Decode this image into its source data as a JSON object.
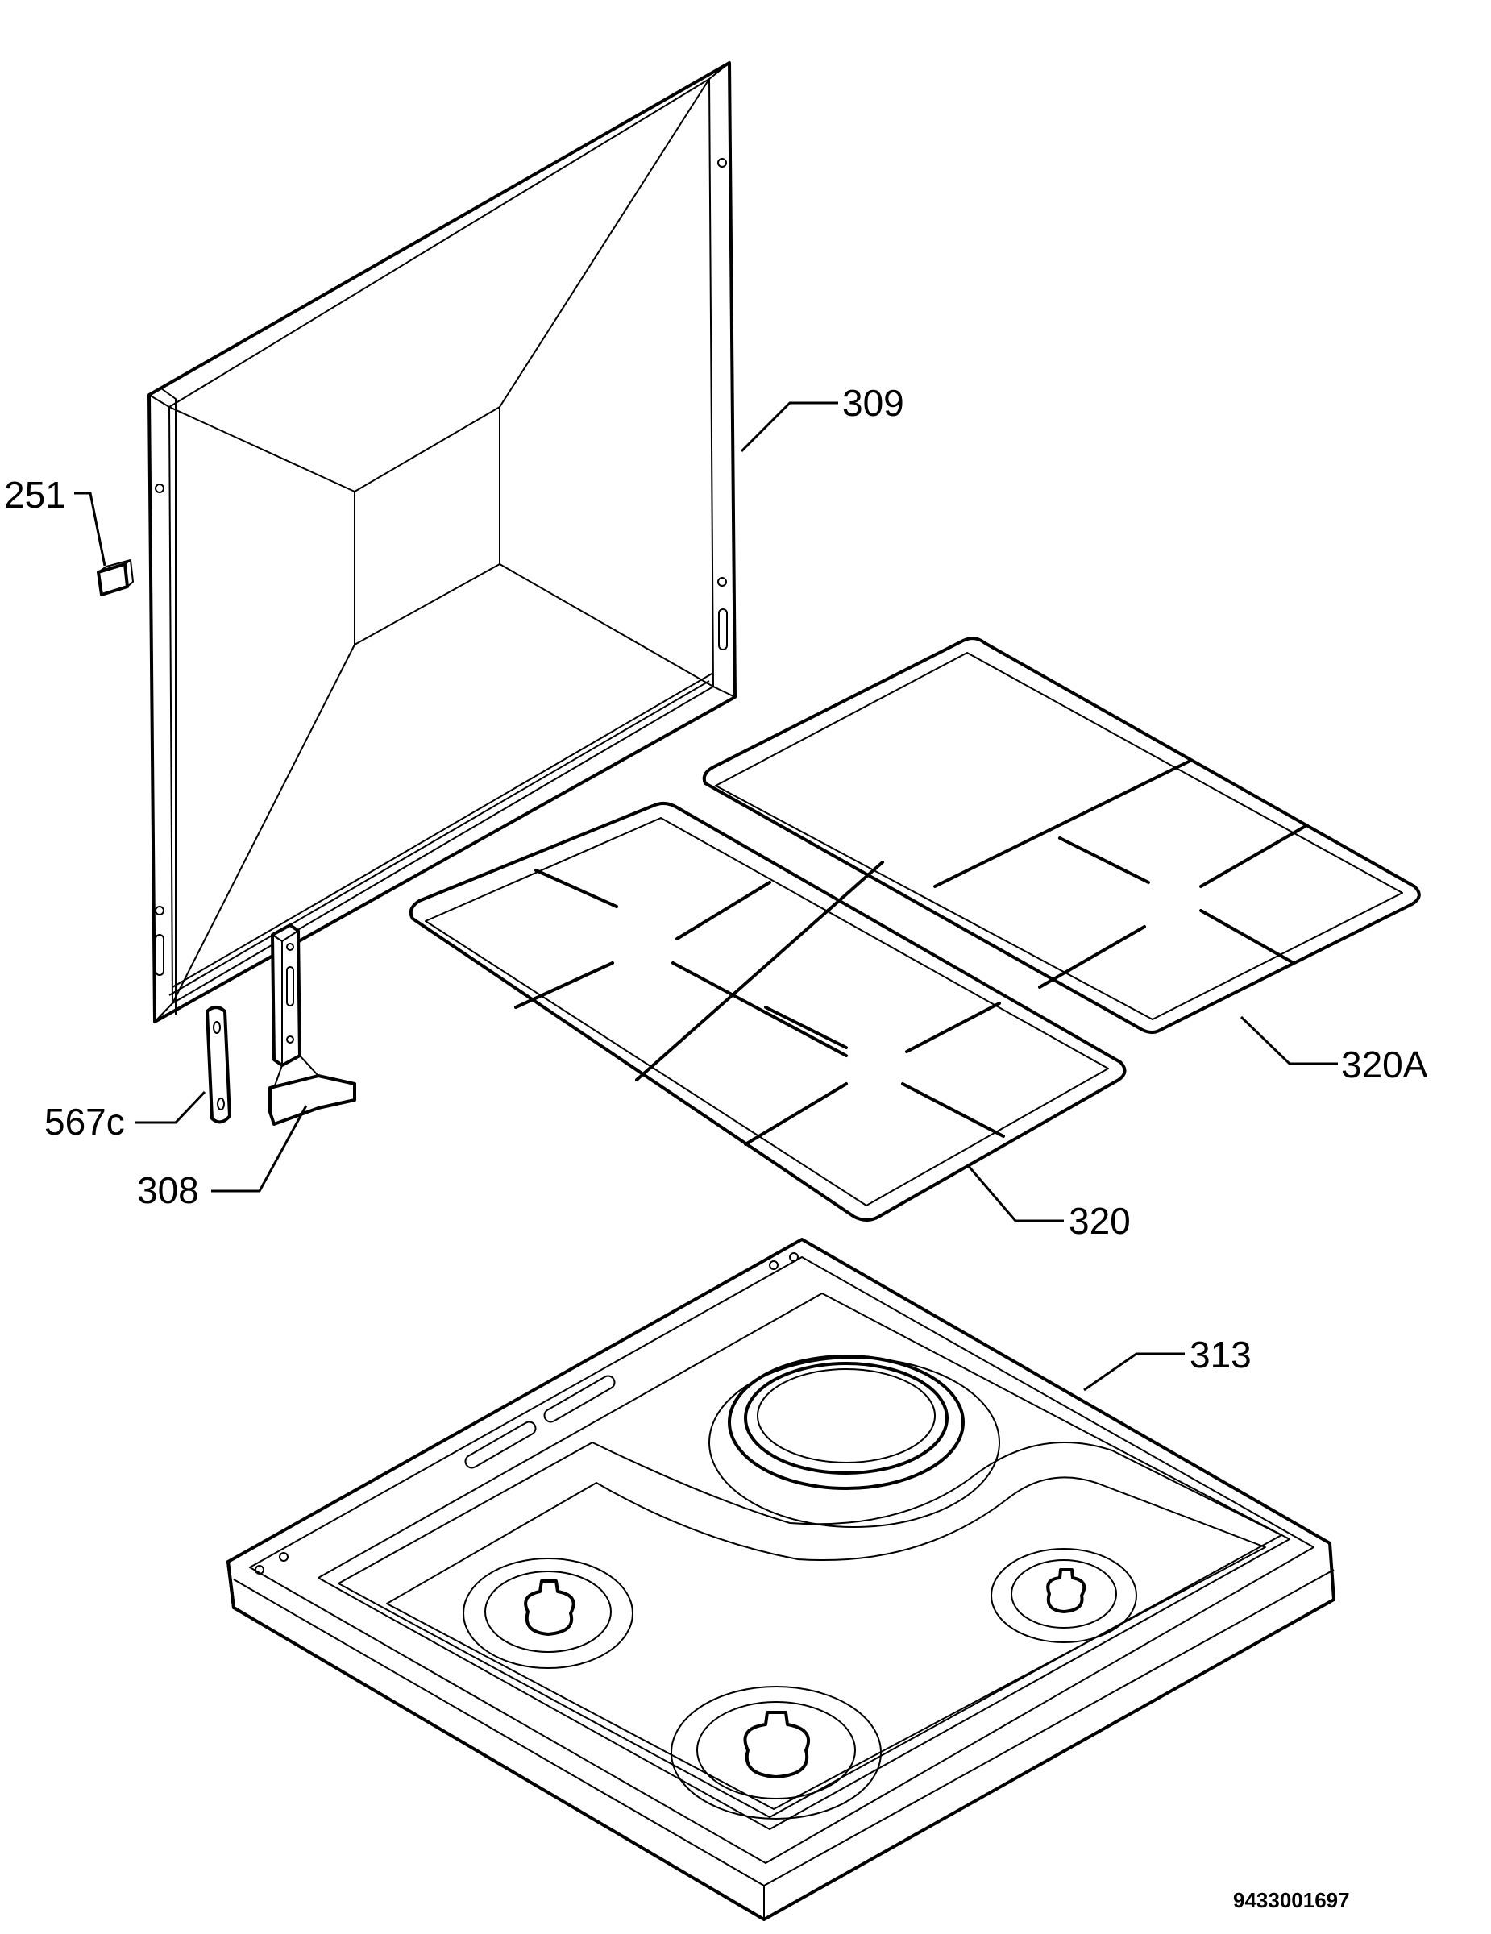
{
  "labels": {
    "p251": "251",
    "p309": "309",
    "p567c": "567c",
    "p308": "308",
    "p320": "320",
    "p320a": "320A",
    "p313": "313"
  },
  "document_number": "9433001697"
}
